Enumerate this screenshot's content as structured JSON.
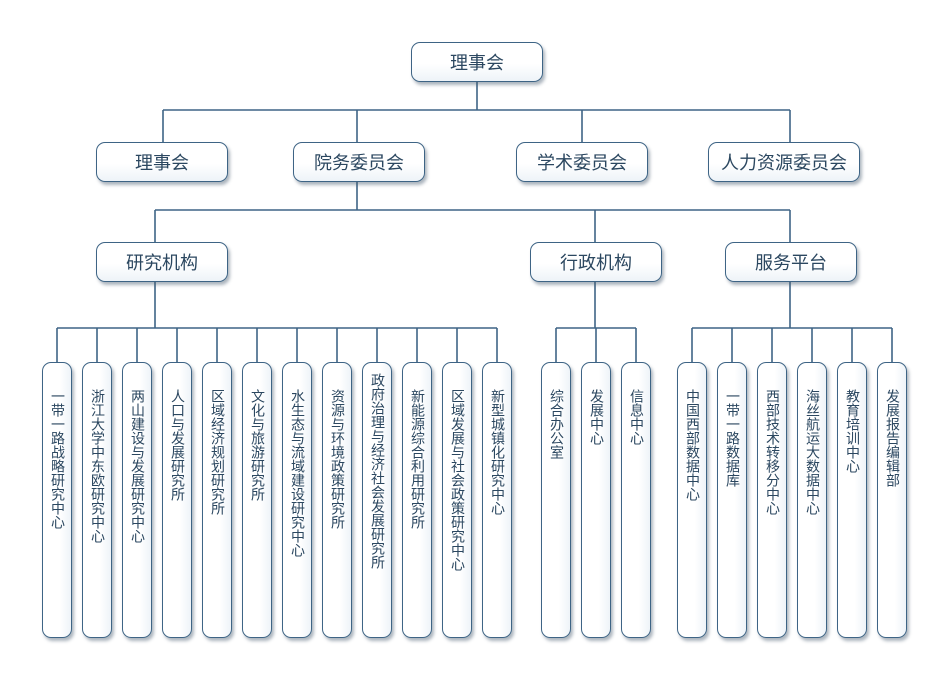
{
  "root": {
    "label": "理事会"
  },
  "level2": [
    {
      "label": "理事会"
    },
    {
      "label": "院务委员会"
    },
    {
      "label": "学术委员会"
    },
    {
      "label": "人力资源委员会"
    }
  ],
  "level3": [
    {
      "label": "研究机构"
    },
    {
      "label": "行政机构"
    },
    {
      "label": "服务平台"
    }
  ],
  "research_units": [
    {
      "label": "一带一路战略研究中心"
    },
    {
      "label": "浙江大学中东欧研究中心"
    },
    {
      "label": "两山建设与发展研究中心"
    },
    {
      "label": "人口与发展研究所"
    },
    {
      "label": "区域经济规划研究所"
    },
    {
      "label": "文化与旅游研究所"
    },
    {
      "label": "水生态与流域建设研究中心"
    },
    {
      "label": "资源与环境政策研究所"
    },
    {
      "label": "政府治理与经济社会发展研究所"
    },
    {
      "label": "新能源综合利用研究所"
    },
    {
      "label": "区域发展与社会政策研究中心"
    },
    {
      "label": "新型城镇化研究中心"
    }
  ],
  "admin_units": [
    {
      "label": "综合办公室"
    },
    {
      "label": "发展中心"
    },
    {
      "label": "信息中心"
    }
  ],
  "platform_units": [
    {
      "label": "中国西部数据中心"
    },
    {
      "label": "一带一路数据库"
    },
    {
      "label": "西部技术转移分中心"
    },
    {
      "label": "海丝航运大数据中心"
    },
    {
      "label": "教育培训中心"
    },
    {
      "label": "发展报告编辑部"
    }
  ],
  "colors": {
    "line": "#3e6485",
    "border": "#3e6485",
    "text": "#2b4760"
  }
}
